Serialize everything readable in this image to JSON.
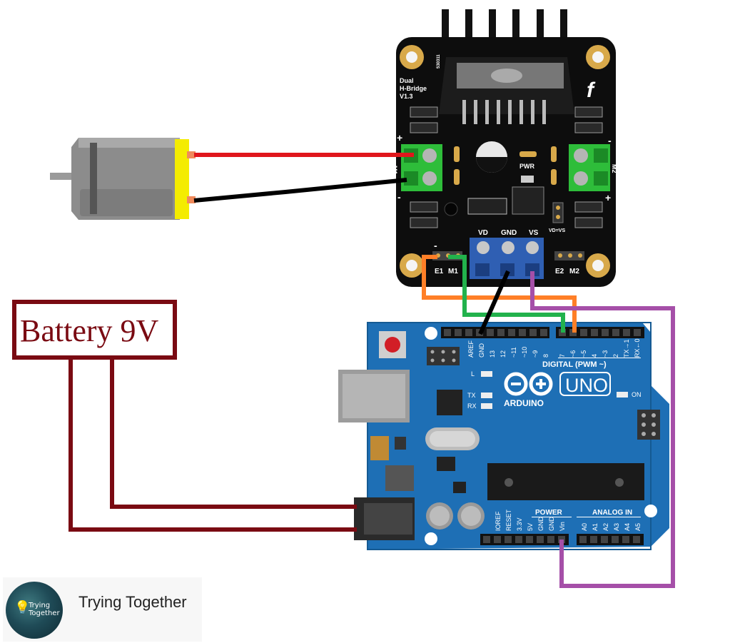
{
  "driver": {
    "title_lines": [
      "Dual",
      "H-Bridge",
      "V1.3"
    ],
    "serial": "530311",
    "pwr_label": "PWR",
    "vd_vs_label": "VD=VS",
    "terminal_labels": [
      "VD",
      "GND",
      "VS"
    ],
    "left_motor_label": "M1",
    "right_motor_label": "M2",
    "plus": "+",
    "minus": "-",
    "left_header_labels": [
      "E1",
      "M1"
    ],
    "right_header_labels": [
      "E2",
      "M2"
    ],
    "logo": "f"
  },
  "battery": {
    "label": "Battery 9V"
  },
  "arduino": {
    "brand": "ARDUINO",
    "model": "UNO",
    "digital_label": "DIGITAL (PWM ~)",
    "top_pins": [
      "AREF",
      "GND",
      "13",
      "12",
      "~11",
      "~10",
      "~9",
      "8",
      "7",
      "~6",
      "~5",
      "4",
      "~3",
      "2",
      "TX→1",
      "RX←0"
    ],
    "led_labels": [
      "L",
      "TX",
      "RX"
    ],
    "on_label": "ON",
    "power_label": "POWER",
    "analog_label": "ANALOG IN",
    "power_pins": [
      "IOREF",
      "RESET",
      "3.3V",
      "5V",
      "GND",
      "GND",
      "Vin"
    ],
    "analog_pins": [
      "A0",
      "A1",
      "A2",
      "A3",
      "A4",
      "A5"
    ]
  },
  "wires": {
    "motor_positive": "#e0161c",
    "motor_negative": "#000000",
    "enable": "#ff7f27",
    "direction": "#22b24c",
    "ground": "#000000",
    "vin": "#a54fa8",
    "battery": "#7a0a12"
  },
  "channel": {
    "name": "Trying Together",
    "logo_text": [
      "Trying",
      "Together"
    ]
  }
}
